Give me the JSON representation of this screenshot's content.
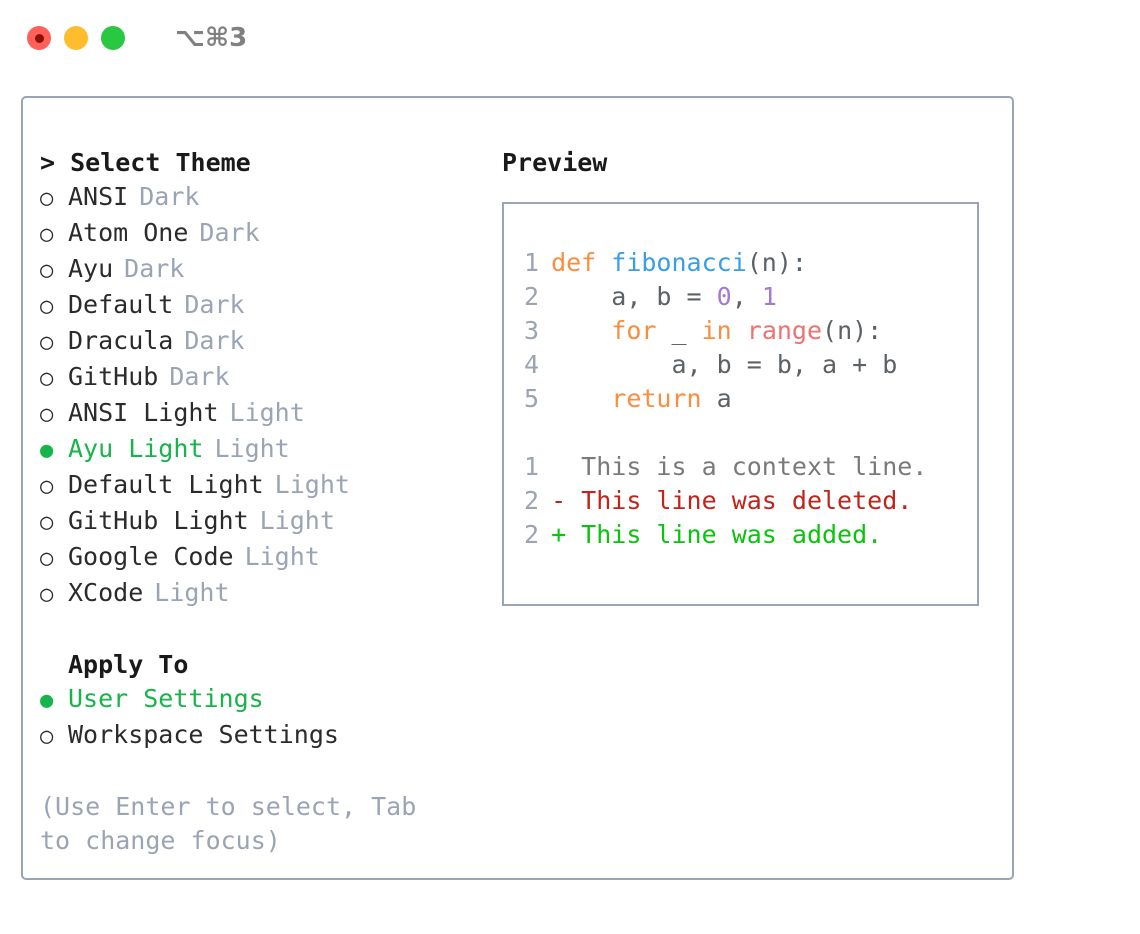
{
  "titlebar": {
    "shortcut": "⌥⌘3",
    "lights": [
      "close-red",
      "minimize-yellow",
      "zoom-green"
    ]
  },
  "theme_panel": {
    "heading": "> Select Theme",
    "options": [
      {
        "marker": "○",
        "label": "ANSI",
        "badge": "Dark",
        "selected": false
      },
      {
        "marker": "○",
        "label": "Atom One",
        "badge": "Dark",
        "selected": false
      },
      {
        "marker": "○",
        "label": "Ayu",
        "badge": "Dark",
        "selected": false
      },
      {
        "marker": "○",
        "label": "Default",
        "badge": "Dark",
        "selected": false
      },
      {
        "marker": "○",
        "label": "Dracula",
        "badge": "Dark",
        "selected": false
      },
      {
        "marker": "○",
        "label": "GitHub",
        "badge": "Dark",
        "selected": false
      },
      {
        "marker": "○",
        "label": "ANSI Light",
        "badge": "Light",
        "selected": false
      },
      {
        "marker": "●",
        "label": "Ayu Light",
        "badge": "Light",
        "selected": true
      },
      {
        "marker": "○",
        "label": "Default Light",
        "badge": "Light",
        "selected": false
      },
      {
        "marker": "○",
        "label": "GitHub Light",
        "badge": "Light",
        "selected": false
      },
      {
        "marker": "○",
        "label": "Google Code",
        "badge": "Light",
        "selected": false
      },
      {
        "marker": "○",
        "label": "XCode",
        "badge": "Light",
        "selected": false
      }
    ]
  },
  "apply_to": {
    "heading": "Apply To",
    "options": [
      {
        "marker": "●",
        "label": "User Settings",
        "selected": true
      },
      {
        "marker": "○",
        "label": "Workspace Settings",
        "selected": false
      }
    ]
  },
  "hint": "(Use Enter to select, Tab to change focus)",
  "preview": {
    "heading": "Preview",
    "code_lines": [
      {
        "ln": "1",
        "tokens": [
          {
            "t": "def",
            "c": "kw"
          },
          {
            "t": " ",
            "c": "plain"
          },
          {
            "t": "fibonacci",
            "c": "fn"
          },
          {
            "t": "(n):",
            "c": "plain"
          }
        ]
      },
      {
        "ln": "2",
        "tokens": [
          {
            "t": "    a, b = ",
            "c": "plain"
          },
          {
            "t": "0",
            "c": "num"
          },
          {
            "t": ", ",
            "c": "plain"
          },
          {
            "t": "1",
            "c": "num"
          }
        ]
      },
      {
        "ln": "3",
        "tokens": [
          {
            "t": "    ",
            "c": "plain"
          },
          {
            "t": "for",
            "c": "kw"
          },
          {
            "t": " _ ",
            "c": "plain"
          },
          {
            "t": "in",
            "c": "kw"
          },
          {
            "t": " ",
            "c": "plain"
          },
          {
            "t": "range",
            "c": "builtin"
          },
          {
            "t": "(n):",
            "c": "plain"
          }
        ]
      },
      {
        "ln": "4",
        "tokens": [
          {
            "t": "        a, b = b, a + b",
            "c": "plain"
          }
        ]
      },
      {
        "ln": "5",
        "tokens": [
          {
            "t": "    ",
            "c": "plain"
          },
          {
            "t": "return",
            "c": "kw"
          },
          {
            "t": " a",
            "c": "plain"
          }
        ]
      }
    ],
    "diff_lines": [
      {
        "ln": "1",
        "sign": " ",
        "text": "This is a context line.",
        "kind": "ctx"
      },
      {
        "ln": "2",
        "sign": "-",
        "text": "This line was deleted.",
        "kind": "del"
      },
      {
        "ln": "2",
        "sign": "+",
        "text": "This line was added.",
        "kind": "add"
      }
    ]
  },
  "colors": {
    "keyword": "#FA8D3E",
    "function": "#399EE6",
    "number": "#A37ACC",
    "builtin": "#F07171",
    "muted": "#9BA4B4",
    "selected_green": "#16B44A",
    "diff_delete": "#C0241A",
    "diff_add": "#09C40C",
    "border": "#9BA4B4"
  }
}
